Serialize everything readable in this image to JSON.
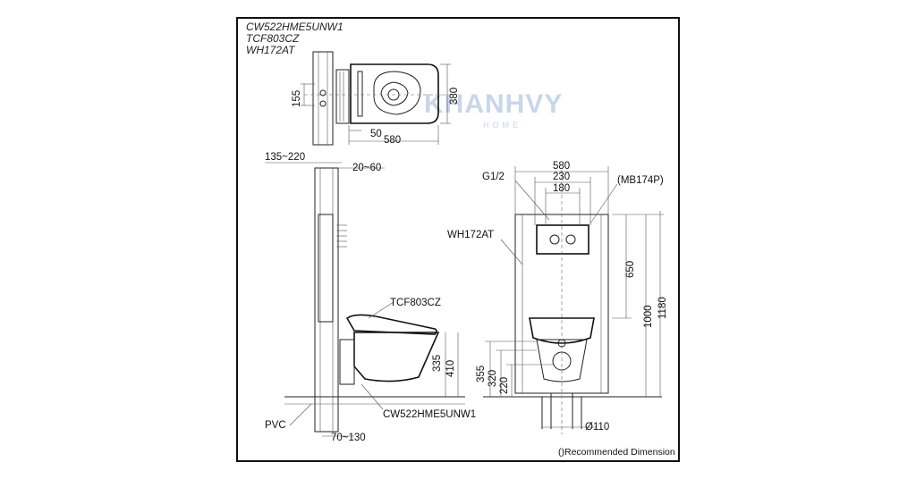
{
  "header": {
    "model_1": "CW522HME5UNW1",
    "model_2": "TCF803CZ",
    "model_3": "WH172AT"
  },
  "watermark": {
    "brand": "KHANHVY",
    "sub": "HOME"
  },
  "top_view": {
    "dim_155": "155",
    "dim_380": "380",
    "dim_50": "50",
    "dim_580": "580"
  },
  "side_view": {
    "dim_135_220": "135~220",
    "dim_20_60": "20~60",
    "label_seat": "TCF803CZ",
    "dim_335": "335",
    "dim_410": "410",
    "label_pvc": "PVC",
    "label_bowl": "CW522HME5UNW1",
    "dim_70_130": "70~130"
  },
  "front_view": {
    "dim_580": "580",
    "dim_230": "230",
    "dim_180": "180",
    "label_g12": "G1/2",
    "label_mb174p": "(MB174P)",
    "label_frame": "WH172AT",
    "dim_650": "650",
    "dim_1000": "1000",
    "dim_1180": "1180",
    "dim_355": "355",
    "dim_320": "320",
    "dim_220": "220",
    "dim_110": "Ø110"
  },
  "footer": {
    "note": "()Recommended Dimension"
  },
  "colors": {
    "line": "#222222",
    "watermark": "#c8d6ea",
    "border": "#111111"
  }
}
